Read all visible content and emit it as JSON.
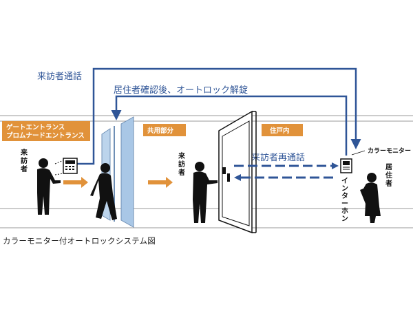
{
  "flow_labels": {
    "visitor_call": "来訪者通話",
    "resident_confirm": "居住者確認後、オートロック解錠",
    "visitor_recall": "来訪者再通話"
  },
  "zones": {
    "gate": [
      "ゲートエントランス",
      "プロムナードエントランス"
    ],
    "common": "共用部分",
    "dwelling": "住戸内"
  },
  "people": {
    "visitor": "来訪者",
    "resident": "居住者"
  },
  "devices": {
    "color_monitor": "カラーモニター",
    "intercom": "インターホン"
  },
  "caption": "カラーモニター付オートロックシステム図",
  "colors": {
    "flow_line": "#2f5597",
    "zone_box": "#e1923a",
    "walk_arrow": "#e1923a",
    "glass_door": "#a9c7e6",
    "silhouette": "#111111"
  }
}
